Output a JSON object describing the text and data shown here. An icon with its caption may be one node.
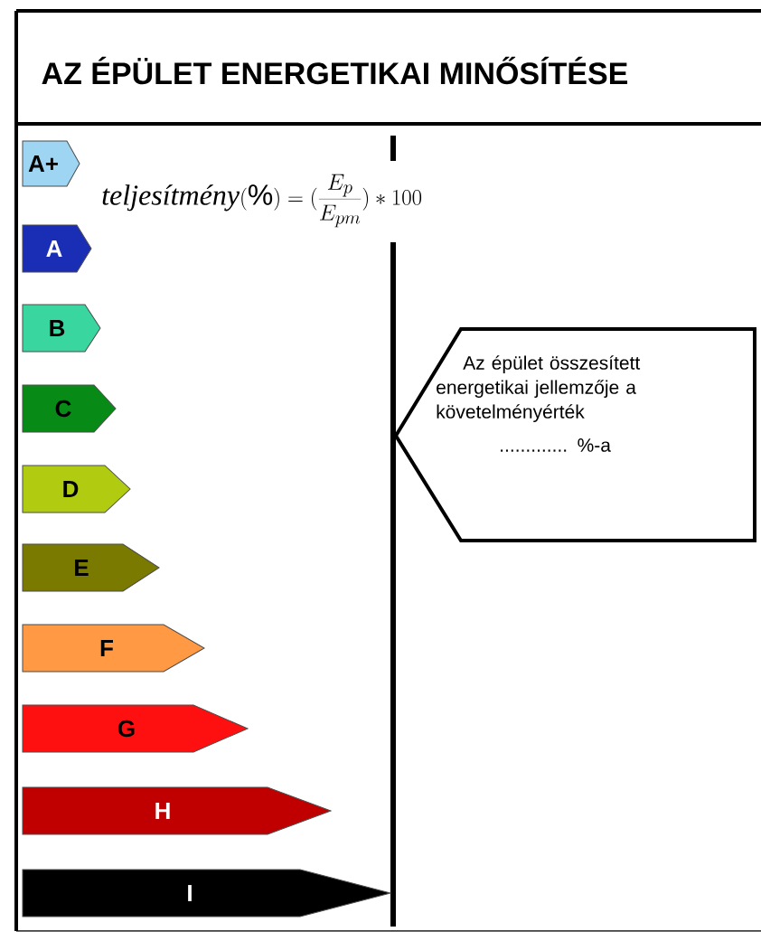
{
  "diagram": {
    "title": "AZ ÉPÜLET ENERGETIKAI MINŐSÍTÉSE",
    "nodes": [
      {
        "text": [
          "A+"
        ]
      },
      {
        "text": [
          "A"
        ]
      },
      {
        "text": [
          "B"
        ]
      },
      {
        "text": [
          "C"
        ]
      },
      {
        "text": [
          "D"
        ]
      },
      {
        "text": [
          "E"
        ]
      },
      {
        "text": [
          "F"
        ]
      },
      {
        "text": [
          "G"
        ]
      },
      {
        "text": [
          "H"
        ]
      },
      {
        "text": [
          "I"
        ]
      },
      {
        "text": [
          "Az épület összesített energetikai jellemzője a követelményérték",
          "............. %-a"
        ]
      }
    ],
    "labels": [
      "\\textit{teljesítmény}(\\%)=(\\frac{E_{p}}{E_{pm}})*100"
    ]
  }
}
